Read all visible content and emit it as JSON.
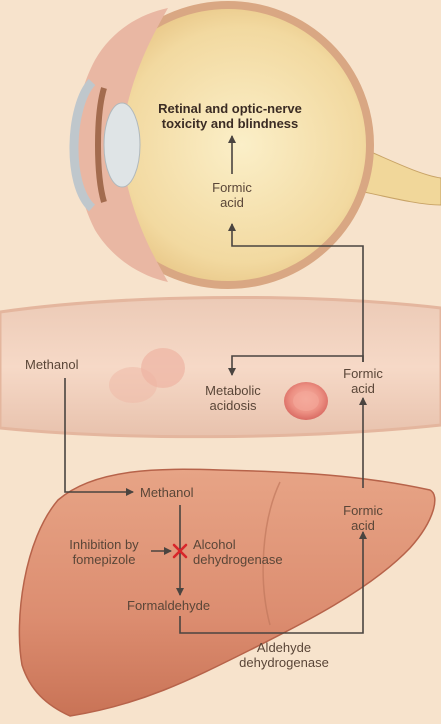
{
  "eye": {
    "title_line1": "Retinal and optic-nerve",
    "title_line2": "toxicity and blindness",
    "formic_line1": "Formic",
    "formic_line2": "acid"
  },
  "vessel": {
    "methanol": "Methanol",
    "metabolic_line1": "Metabolic",
    "metabolic_line2": "acidosis",
    "formic_line1": "Formic",
    "formic_line2": "acid"
  },
  "liver": {
    "methanol": "Methanol",
    "inhibition_line1": "Inhibition by",
    "inhibition_line2": "fomepizole",
    "adh_line1": "Alcohol",
    "adh_line2": "dehydrogenase",
    "formaldehyde": "Formaldehyde",
    "formic_line1": "Formic",
    "formic_line2": "acid",
    "aldh_line1": "Aldehyde",
    "aldh_line2": "dehydrogenase"
  },
  "colors": {
    "background": "#f7e3cc",
    "arrow": "#4a4440",
    "inhibition_x": "#d8262a",
    "text": "#5a4638"
  }
}
